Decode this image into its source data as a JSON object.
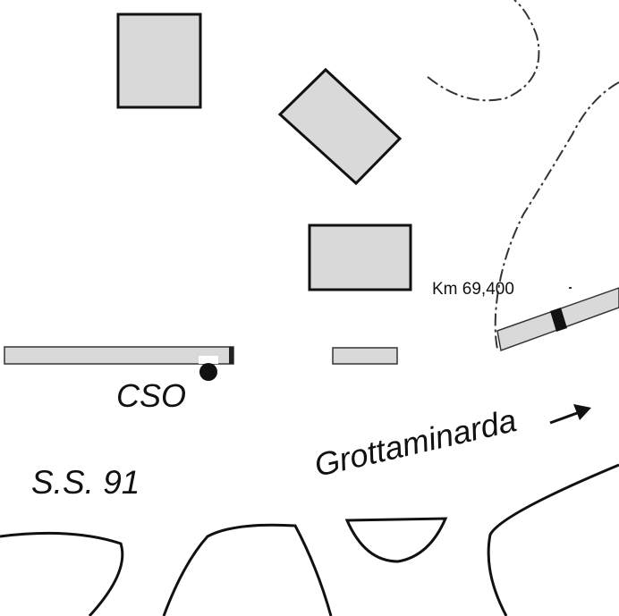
{
  "labels": {
    "station": "CSO",
    "road": "S.S. 91",
    "direction": "Grottaminarda",
    "kilometre": "Km 69,400"
  },
  "colors": {
    "building_fill": "#d9d9d9",
    "outline": "#111111",
    "background": "#ffffff"
  },
  "icons": {
    "direction_arrow": "right-arrow-icon",
    "station_marker": "filled-circle-icon"
  }
}
